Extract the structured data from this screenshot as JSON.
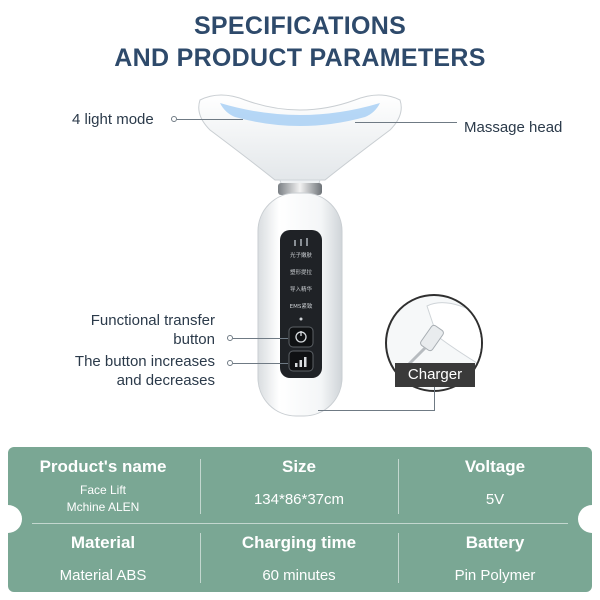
{
  "header": {
    "line1": "SPECIFICATIONS",
    "line2": "AND PRODUCT PARAMETERS"
  },
  "callouts": {
    "light_mode": "4 light mode",
    "massage_head": "Massage head",
    "functional_line1": "Functional transfer",
    "functional_line2": "button",
    "increase_line1": "The button increases",
    "increase_line2": "and decreases",
    "charger": "Charger"
  },
  "device_screen": {
    "mode1": "光子嫩肤",
    "mode2": "塑形提拉",
    "mode3": "导入精华",
    "mode4": "EMS紧致"
  },
  "specs": {
    "product_name_label": "Product's name",
    "product_name_value_line1": "Face Lift",
    "product_name_value_line2": "Mchine ALEN",
    "size_label": "Size",
    "size_value": "134*86*37cm",
    "voltage_label": "Voltage",
    "voltage_value": "5V",
    "material_label": "Material",
    "material_value": "Material ABS",
    "charging_label": "Charging time",
    "charging_value": "60 minutes",
    "battery_label": "Battery",
    "battery_value": "Pin Polymer"
  },
  "colors": {
    "title": "#2e4a6b",
    "spec_panel": "#7aa794",
    "device_body": "#f2f4f5",
    "device_screen": "#1f2226",
    "light_glow": "#a9d0f5"
  },
  "icons": [
    "power-icon",
    "signal-bars-icon"
  ]
}
